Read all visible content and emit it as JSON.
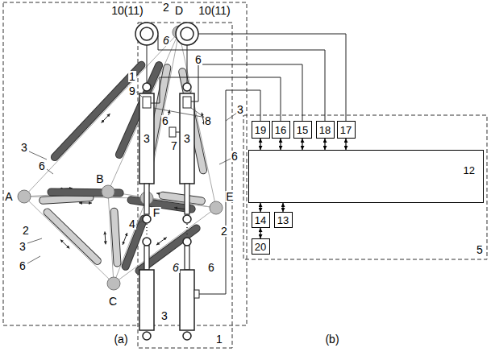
{
  "diagram": {
    "nodes": [
      {
        "text": [
          "19"
        ]
      },
      {
        "text": [
          "16"
        ]
      },
      {
        "text": [
          "15"
        ]
      },
      {
        "text": [
          "18"
        ]
      },
      {
        "text": [
          "17"
        ]
      },
      {
        "text": [
          "12"
        ]
      },
      {
        "text": [
          "14"
        ]
      },
      {
        "text": [
          "13"
        ]
      },
      {
        "text": [
          "20"
        ]
      }
    ],
    "edges": [
      {
        "from": 0,
        "to": 5,
        "arrow": "both"
      },
      {
        "from": 1,
        "to": 5,
        "arrow": "both"
      },
      {
        "from": 2,
        "to": 5,
        "arrow": "both"
      },
      {
        "from": 3,
        "to": 5,
        "arrow": "both"
      },
      {
        "from": 4,
        "to": 5,
        "arrow": "both"
      },
      {
        "from": 5,
        "to": 6,
        "arrow": "both"
      },
      {
        "from": 5,
        "to": 7,
        "arrow": "both"
      },
      {
        "from": 6,
        "to": 8,
        "arrow": "both"
      }
    ],
    "labels": [
      "(a)",
      "D",
      "A",
      "B",
      "E",
      "F",
      "C",
      "3",
      "6",
      "2",
      "3",
      "6",
      "6",
      "3",
      "6",
      "2",
      "6",
      "3",
      "10(11)",
      "2",
      "10(11)",
      "6",
      "1",
      "9",
      "8",
      "3",
      "6",
      "7",
      "3",
      "4",
      "6",
      "1",
      "5",
      "(b)"
    ]
  }
}
